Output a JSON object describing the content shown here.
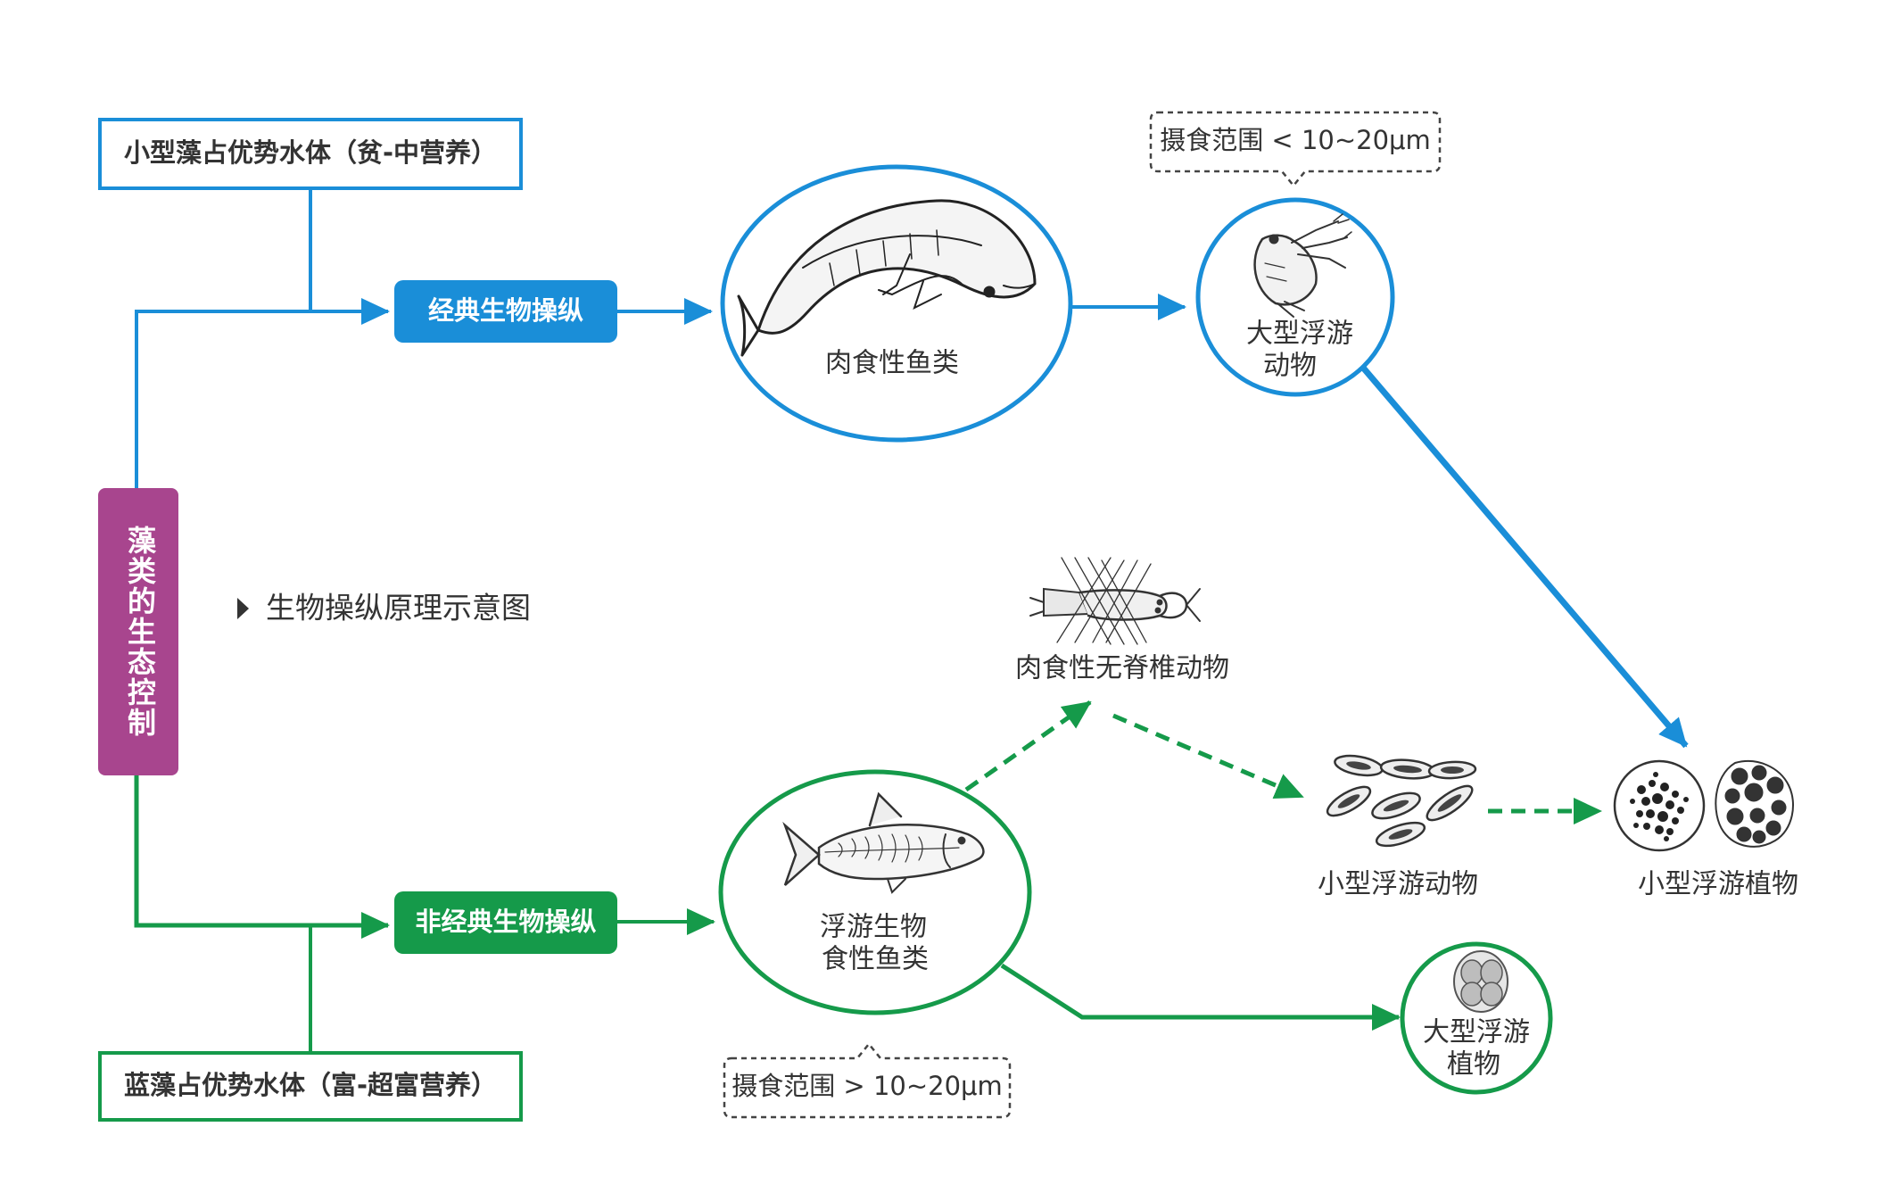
{
  "colors": {
    "blue": "#1a8ed8",
    "green": "#159a4a",
    "purple": "#a8458e",
    "text": "#333333"
  },
  "top_box": {
    "label": "小型藻占优势水体（贫-中营养）"
  },
  "bottom_box": {
    "label": "蓝藻占优势水体（富-超富营养）"
  },
  "side_bar": {
    "label": "藻类的生态控制"
  },
  "caption": {
    "marker": "play-triangle-icon",
    "text": "生物操纵原理示意图"
  },
  "classic_pill": {
    "label": "经典生物操纵"
  },
  "nonclassic_pill": {
    "label": "非经典生物操纵"
  },
  "nodes": {
    "carnivorous_fish": {
      "label": "肉食性鱼类",
      "icon": "pike-fish-icon"
    },
    "large_zooplankton": {
      "line1": "大型浮游",
      "line2": "动物",
      "icon": "daphnia-icon"
    },
    "planktivorous_fish": {
      "line1": "浮游生物",
      "line2": "食性鱼类",
      "icon": "carp-fish-icon"
    },
    "carnivorous_invertebrate": {
      "label": "肉食性无脊椎动物",
      "icon": "chaoborus-larva-icon"
    },
    "small_zooplankton": {
      "label": "小型浮游动物",
      "icon": "rotifer-group-icon"
    },
    "small_phytoplankton": {
      "label": "小型浮游植物",
      "icon": "colonial-algae-icon"
    },
    "large_phytoplankton": {
      "line1": "大型浮游",
      "line2": "植物",
      "icon": "large-algae-cell-icon"
    }
  },
  "top_callout": {
    "text": "摄食范围 < 10~20μm"
  },
  "bottom_callout": {
    "text": "摄食范围 > 10~20μm"
  }
}
